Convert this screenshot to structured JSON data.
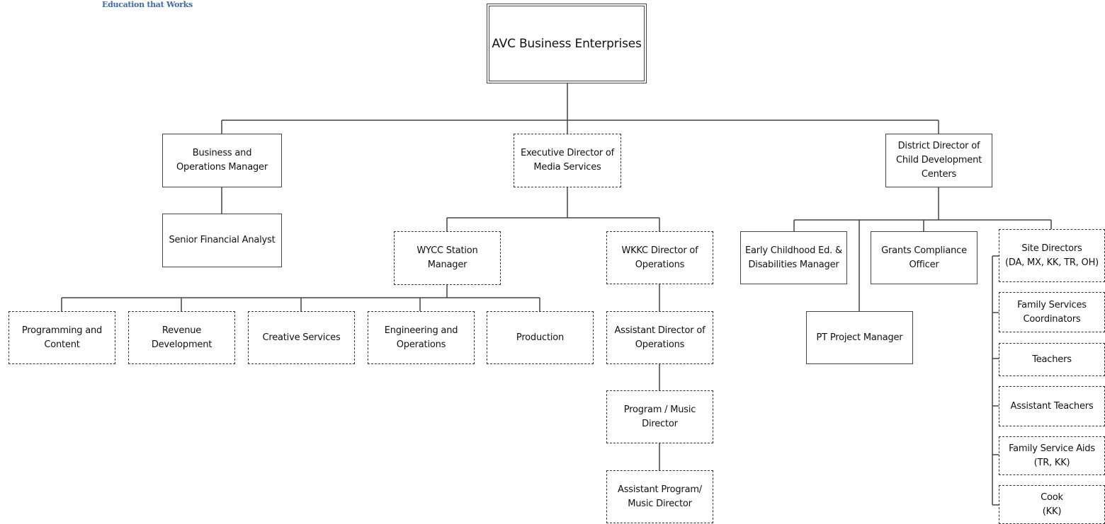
{
  "tagline": "Education that Works",
  "chart": {
    "root": "AVC Business Enterprises",
    "business_ops_manager": "Business and\nOperations Manager",
    "senior_financial_analyst": "Senior Financial Analyst",
    "exec_director_media": "Executive Director of\nMedia Services",
    "wycc_station_manager": "WYCC Station\nManager",
    "programming_content": "Programming and\nContent",
    "revenue_development": "Revenue\nDevelopment",
    "creative_services": "Creative Services",
    "engineering_operations": "Engineering and\nOperations",
    "production": "Production",
    "wkkc_director_ops": "WKKC Director of\nOperations",
    "assistant_director_ops": "Assistant Director of\nOperations",
    "program_music_director": "Program / Music\nDirector",
    "assistant_program_music_director": "Assistant Program/\nMusic Director",
    "district_director_cdc": "District Director of\nChild Development\nCenters",
    "early_childhood_manager": "Early Childhood Ed. &\nDisabilities Manager",
    "grants_compliance_officer": "Grants Compliance\nOfficer",
    "pt_project_manager": "PT Project Manager",
    "site_directors": "Site Directors\n(DA, MX, KK, TR, OH)",
    "family_services_coordinators": "Family Services\nCoordinators",
    "teachers": "Teachers",
    "assistant_teachers": "Assistant Teachers",
    "family_service_aids": "Family Service Aids\n(TR, KK)",
    "cook": "Cook\n(KK)"
  }
}
